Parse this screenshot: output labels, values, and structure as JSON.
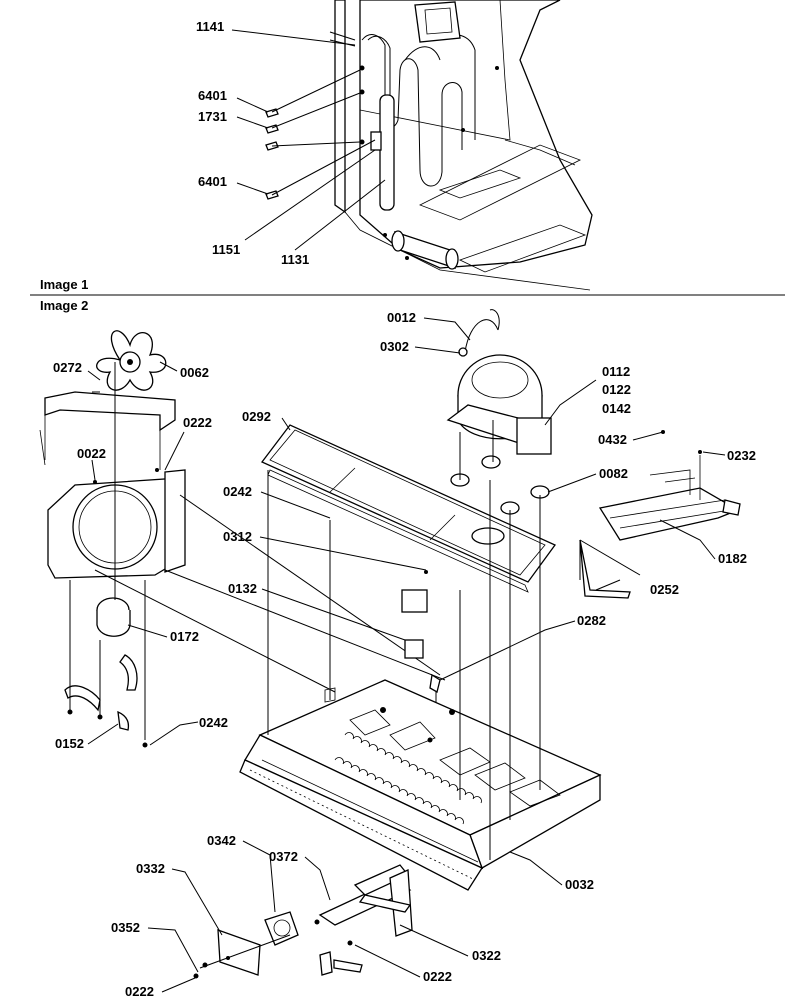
{
  "sections": [
    {
      "id": "image1",
      "title": "Image 1"
    },
    {
      "id": "image2",
      "title": "Image 2"
    }
  ],
  "image1_callouts": [
    {
      "id": "c1141",
      "label": "1141"
    },
    {
      "id": "c6401a",
      "label": "6401"
    },
    {
      "id": "c1731",
      "label": "1731"
    },
    {
      "id": "c6401b",
      "label": "6401"
    },
    {
      "id": "c1151",
      "label": "1151"
    },
    {
      "id": "c1131",
      "label": "1131"
    }
  ],
  "image2_callouts": [
    {
      "id": "c0012",
      "label": "0012"
    },
    {
      "id": "c0302",
      "label": "0302"
    },
    {
      "id": "c0112",
      "label": "0112"
    },
    {
      "id": "c0122",
      "label": "0122"
    },
    {
      "id": "c0142",
      "label": "0142"
    },
    {
      "id": "c0272",
      "label": "0272"
    },
    {
      "id": "c0062",
      "label": "0062"
    },
    {
      "id": "c0292",
      "label": "0292"
    },
    {
      "id": "c0222a",
      "label": "0222"
    },
    {
      "id": "c0022",
      "label": "0022"
    },
    {
      "id": "c0432",
      "label": "0432"
    },
    {
      "id": "c0232",
      "label": "0232"
    },
    {
      "id": "c0082",
      "label": "0082"
    },
    {
      "id": "c0242a",
      "label": "0242"
    },
    {
      "id": "c0312",
      "label": "0312"
    },
    {
      "id": "c0182",
      "label": "0182"
    },
    {
      "id": "c0252",
      "label": "0252"
    },
    {
      "id": "c0132",
      "label": "0132"
    },
    {
      "id": "c0172",
      "label": "0172"
    },
    {
      "id": "c0282",
      "label": "0282"
    },
    {
      "id": "c0152",
      "label": "0152"
    },
    {
      "id": "c0242b",
      "label": "0242"
    },
    {
      "id": "c0342",
      "label": "0342"
    },
    {
      "id": "c0332",
      "label": "0332"
    },
    {
      "id": "c0372",
      "label": "0372"
    },
    {
      "id": "c0032",
      "label": "0032"
    },
    {
      "id": "c0352",
      "label": "0352"
    },
    {
      "id": "c0322",
      "label": "0322"
    },
    {
      "id": "c0222b",
      "label": "0222"
    },
    {
      "id": "c0222c",
      "label": "0222"
    }
  ]
}
